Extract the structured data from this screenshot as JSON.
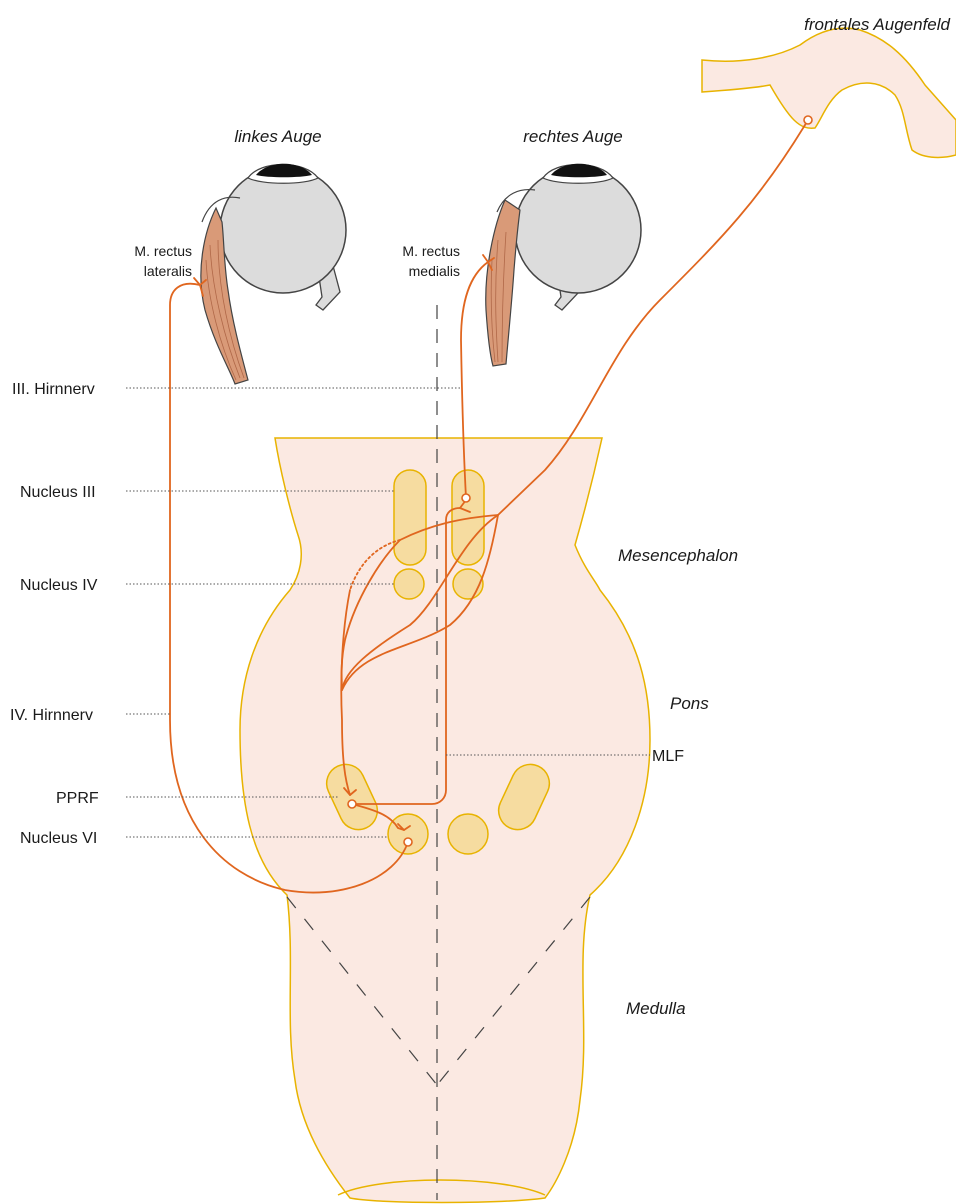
{
  "labels": {
    "frontal_eye_field": "frontales Augenfeld",
    "left_eye": "linkes Auge",
    "right_eye": "rechtes Auge",
    "rectus_lateralis_line1": "M. rectus",
    "rectus_lateralis_line2": "lateralis",
    "rectus_medialis_line1": "M. rectus",
    "rectus_medialis_line2": "medialis",
    "cn3": "III. Hirnnerv",
    "nucleus3": "Nucleus III",
    "nucleus4": "Nucleus IV",
    "cn4": "IV. Hirnnerv",
    "pprf": "PPRF",
    "nucleus6": "Nucleus VI",
    "mesencephalon": "Mesencephalon",
    "pons": "Pons",
    "mlf": "MLF",
    "medulla": "Medulla"
  },
  "colors": {
    "brainstem_fill": "#fbe9e2",
    "outline": "#e8b300",
    "nucleus_fill": "#f6dca0",
    "nerve": "#e0661f",
    "muscle": "#d99a78",
    "eyeball": "#dcdcdc",
    "cortex_fill": "#fbe9e2"
  }
}
